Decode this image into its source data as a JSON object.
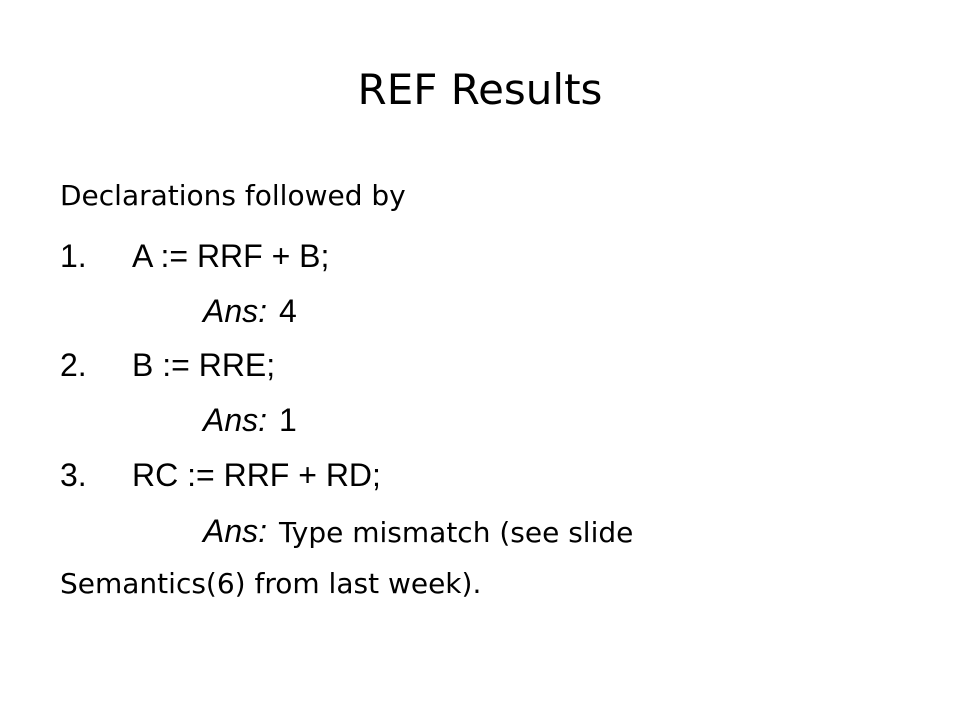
{
  "slide": {
    "title": "REF Results",
    "intro": "Declarations followed by",
    "items": [
      {
        "number": "1.",
        "statement": "A := RRF + B;",
        "answer_label": "Ans:",
        "answer_value": "4"
      },
      {
        "number": "2.",
        "statement": "B := RRE;",
        "answer_label": "Ans:",
        "answer_value": "1"
      },
      {
        "number": "3.",
        "statement": "RC := RRF + RD;",
        "answer_label": "Ans:",
        "answer_value": "Type mismatch (see slide",
        "answer_continuation": "Semantics(6) from last week)."
      }
    ]
  }
}
